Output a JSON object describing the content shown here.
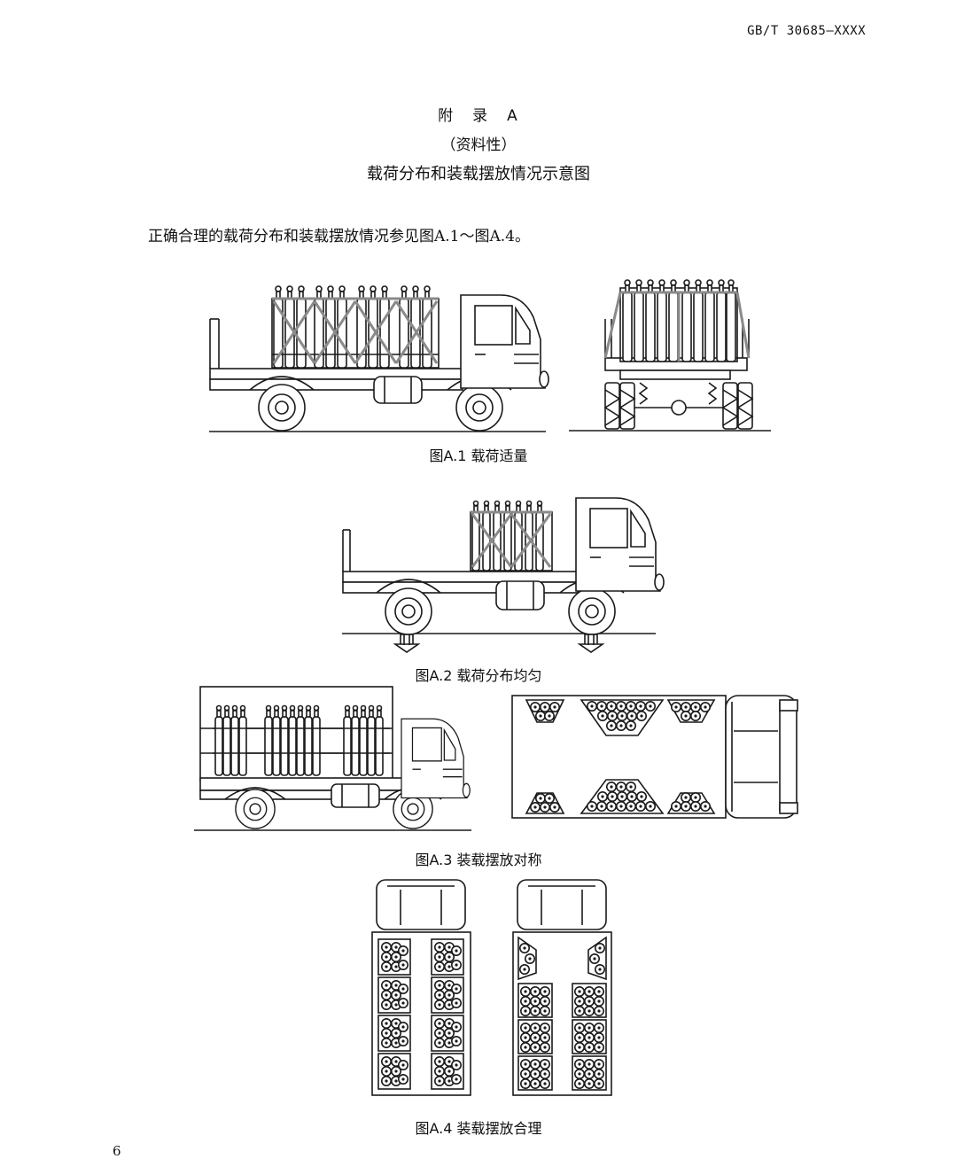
{
  "header": {
    "code": "GB/T 30685—XXXX"
  },
  "appendix": {
    "label_a": "附",
    "label_b": "录",
    "label_c": "A",
    "note": "（资料性）",
    "title": "载荷分布和装载摆放情况示意图"
  },
  "intro": "正确合理的载荷分布和装载摆放情况参见图A.1～图A.4。",
  "figures": [
    {
      "caption": "图A.1 载荷适量"
    },
    {
      "caption": "图A.2 载荷分布均匀"
    },
    {
      "caption": "图A.3 装载摆放对称"
    },
    {
      "caption": "图A.4 装载摆放合理"
    }
  ],
  "page_number": "6"
}
